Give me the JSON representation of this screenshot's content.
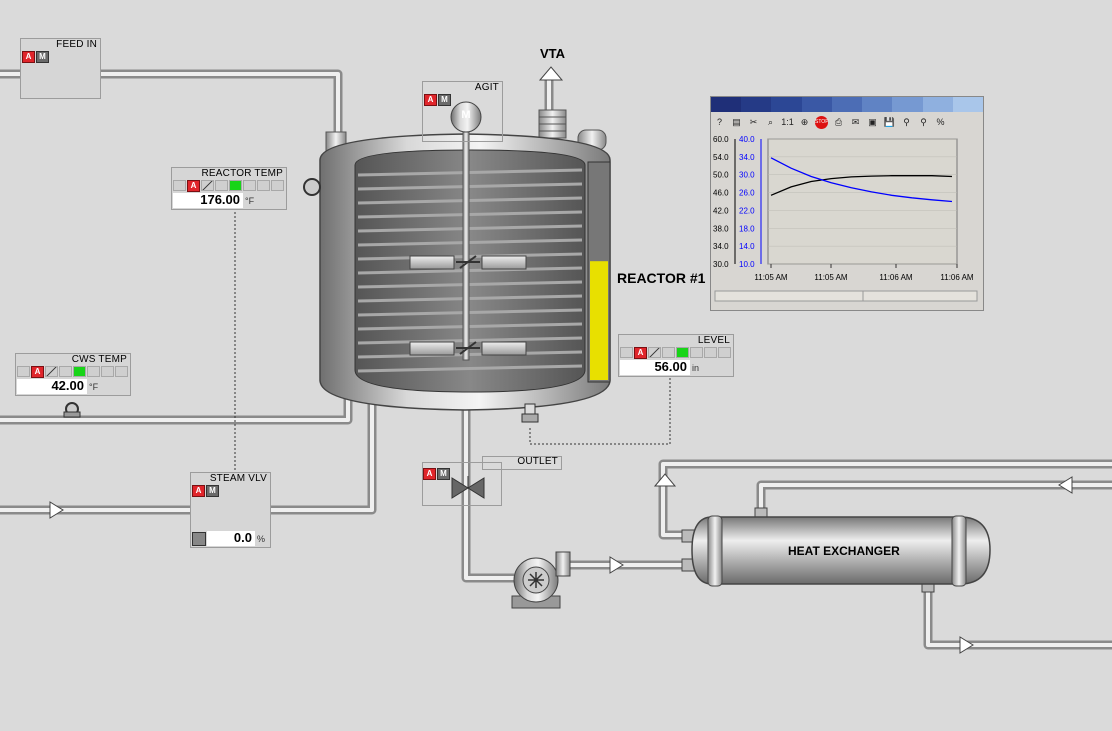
{
  "vent": {
    "label": "VTA"
  },
  "reactor": {
    "label": "REACTOR #1"
  },
  "heat_exchanger": {
    "label": "HEAT EXCHANGER"
  },
  "feed_in": {
    "title": "FEED IN",
    "a": "A",
    "m": "M"
  },
  "agit": {
    "title": "AGIT",
    "a": "A",
    "m": "M",
    "motor": "M"
  },
  "reactor_temp": {
    "title": "REACTOR TEMP",
    "a": "A",
    "value": "176.00",
    "unit": "°F"
  },
  "cws_temp": {
    "title": "CWS TEMP",
    "a": "A",
    "value": "42.00",
    "unit": "°F"
  },
  "steam_vlv": {
    "title": "STEAM VLV",
    "a": "A",
    "m": "M",
    "value": "0.0",
    "unit": "%"
  },
  "level": {
    "title": "LEVEL",
    "a": "A",
    "value": "56.00",
    "unit": "in",
    "fill_fraction": 0.55
  },
  "outlet": {
    "title": "OUTLET",
    "a": "A",
    "m": "M"
  },
  "trend": {
    "toolbar": [
      "?",
      "▤",
      "✂",
      "⌕",
      "1:1",
      "⊕",
      "STOP",
      "⎙",
      "✉",
      "▣",
      "💾",
      "⚲",
      "⚲",
      "%"
    ],
    "chart_data": {
      "type": "line",
      "left_axis": {
        "ticks": [
          "60.0",
          "54.0",
          "50.0",
          "46.0",
          "42.0",
          "38.0",
          "34.0",
          "30.0"
        ],
        "color": "#000000"
      },
      "right_axis": {
        "ticks": [
          "40.0",
          "34.0",
          "30.0",
          "26.0",
          "22.0",
          "18.0",
          "14.0",
          "10.0"
        ],
        "color": "#0000ff"
      },
      "x_ticks": [
        "11:05 AM",
        "11:05 AM",
        "11:06 AM",
        "11:06 AM"
      ],
      "series": [
        {
          "color": "#000000",
          "axis": "left",
          "values": [
            46.5,
            48.5,
            49.8,
            50.5,
            50.9,
            51.1,
            51.2,
            51.2,
            51.2,
            51.0
          ]
        },
        {
          "color": "#0000ff",
          "axis": "right",
          "values": [
            35.5,
            33.0,
            31.0,
            29.5,
            28.3,
            27.3,
            26.5,
            25.9,
            25.4,
            25.0
          ]
        }
      ],
      "grid": true
    }
  }
}
